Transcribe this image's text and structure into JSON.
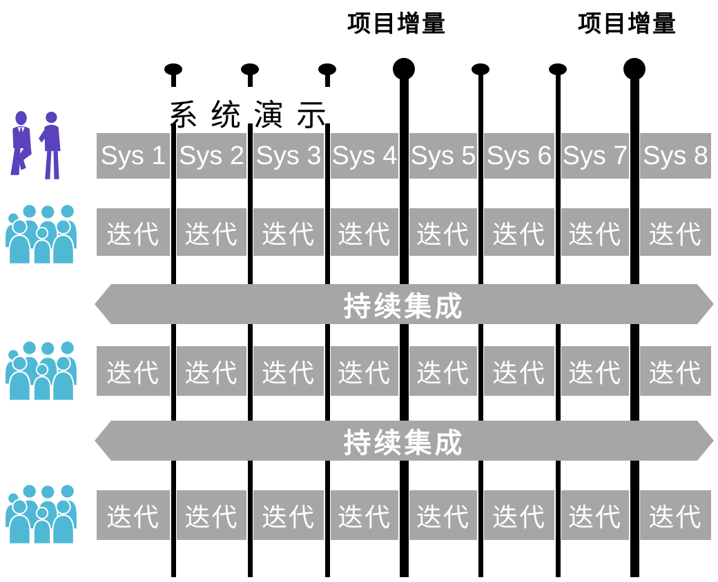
{
  "colors": {
    "background": "#FFFFFF",
    "box_gray": "#A6A6A6",
    "line_black": "#000000",
    "box_text_white": "#FFFFFF",
    "stakeholder_purple": "#5A42BC",
    "team_teal": "#4FB8D5"
  },
  "timeline": {
    "increment_labels": [
      "项目增量",
      "项目增量"
    ],
    "system_demo_label": "系统演示",
    "milestones": [
      {
        "kind": "minor"
      },
      {
        "kind": "minor"
      },
      {
        "kind": "minor"
      },
      {
        "kind": "major"
      },
      {
        "kind": "minor"
      },
      {
        "kind": "minor"
      },
      {
        "kind": "major"
      }
    ]
  },
  "grid": {
    "sys_labels": [
      "Sys 1",
      "Sys 2",
      "Sys 3",
      "Sys 4",
      "Sys 5",
      "Sys 6",
      "Sys 7",
      "Sys 8"
    ],
    "iteration_rows": [
      {
        "cells": [
          "迭代",
          "迭代",
          "迭代",
          "迭代",
          "迭代",
          "迭代",
          "迭代",
          "迭代"
        ]
      },
      {
        "cells": [
          "迭代",
          "迭代",
          "迭代",
          "迭代",
          "迭代",
          "迭代",
          "迭代",
          "迭代"
        ]
      },
      {
        "cells": [
          "迭代",
          "迭代",
          "迭代",
          "迭代",
          "迭代",
          "迭代",
          "迭代",
          "迭代"
        ]
      }
    ],
    "ci_labels": [
      "持续集成",
      "持续集成"
    ]
  },
  "icons": {
    "stakeholder_pair": "two-business-people-icon",
    "team_group": "team-crowd-icon"
  }
}
